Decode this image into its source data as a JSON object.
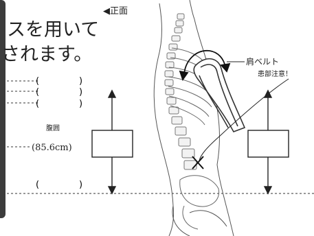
{
  "view_label": "◀正面",
  "heading_line1": "スを用いて",
  "heading_line2": "されます。",
  "belt_label": "肩ベルト",
  "note_label": "患部注意！",
  "waist_label": "腹囲",
  "waist_value": "(85.6cm)",
  "paren_open": "(",
  "paren_close": ")"
}
